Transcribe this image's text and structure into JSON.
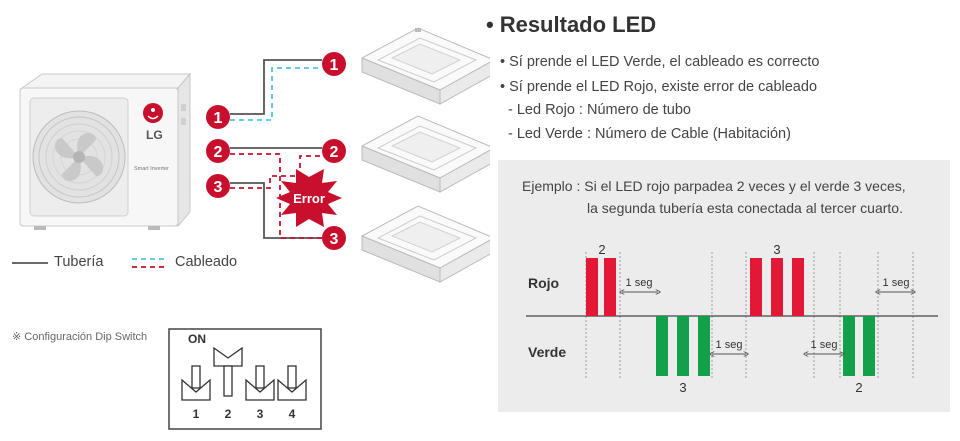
{
  "title": "Resultado LED",
  "title_bullet": "•",
  "bullets": [
    "• Sí prende el LED Verde, el cableado es correcto",
    "• Sí prende el LED Rojo, existe error de cableado",
    "- Led Rojo : Número de tubo",
    "- Led Verde : Número de Cable (Habitación)"
  ],
  "example": {
    "line1": "Ejemplo : Si el LED rojo parpadea 2 veces y el verde 3 veces,",
    "line2": "la segunda tubería esta conectada al tercer cuarto.",
    "rojo_label": "Rojo",
    "verde_label": "Verde",
    "interval_label": "1 seg",
    "rojo_counts": [
      "2",
      "3"
    ],
    "verde_counts": [
      "3",
      "2"
    ]
  },
  "outdoor_unit": {
    "brand": "LG",
    "subtitle": "Smart Inverter"
  },
  "badges": {
    "left": [
      "1",
      "2",
      "3"
    ],
    "right": [
      "1",
      "2",
      "3"
    ]
  },
  "error_label": "Error",
  "legend": {
    "pipe": "Tubería",
    "wire": "Cableado"
  },
  "dip": {
    "caption": "※ Configuración Dip Switch",
    "on_label": "ON",
    "numbers": [
      "1",
      "2",
      "3",
      "4"
    ]
  },
  "colors": {
    "red": "#c8102e",
    "blink_red": "#e31837",
    "blink_green": "#12a04a",
    "wire_blue": "#4ec5e6",
    "pipe_gray": "#555555"
  }
}
